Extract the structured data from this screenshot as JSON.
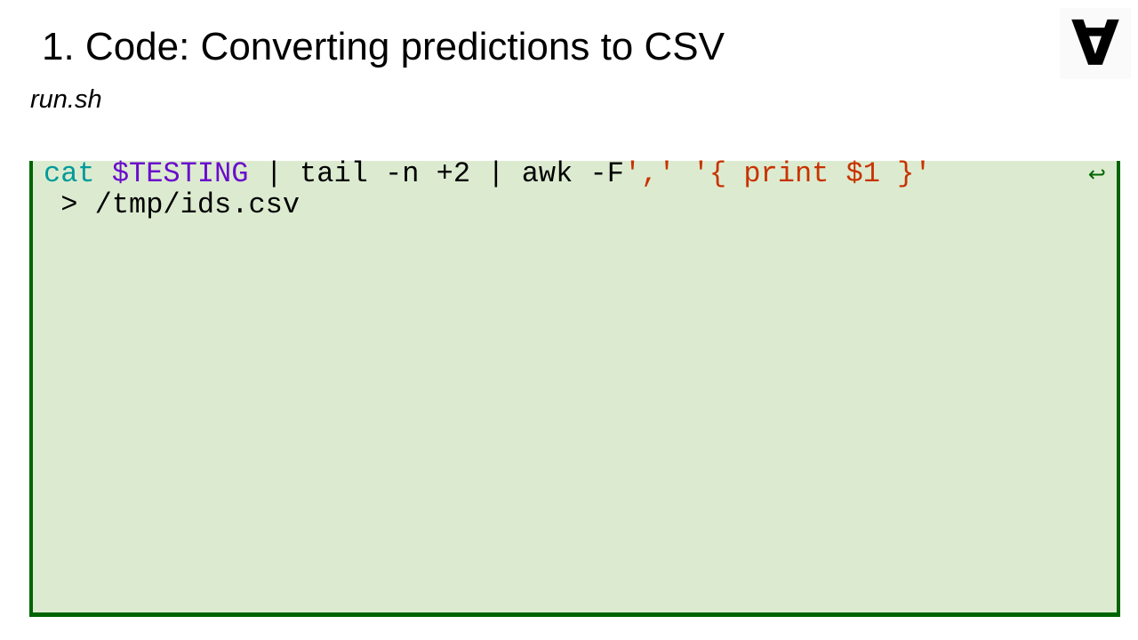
{
  "slide": {
    "title": "1. Code: Converting predictions to CSV",
    "file_name": "run.sh",
    "logo_glyph": "∀"
  },
  "code": {
    "line1": {
      "cmd": "cat",
      "sp1": " ",
      "var": "$TESTING",
      "plain": " | tail -n +2 | awk -F",
      "str1": "','",
      "sp2": " ",
      "str2": "'{ print $1 }'"
    },
    "line2": " > /tmp/ids.csv",
    "wrap_glyph": "↩"
  },
  "colors": {
    "code_background": "#dcebd0",
    "code_border": "#006400",
    "keyword": "#009a9a",
    "variable": "#6a0dcc",
    "string": "#c83200"
  },
  "icons": {
    "logo": "for-all-logo-icon",
    "wrap": "line-wrap-arrow-icon"
  }
}
